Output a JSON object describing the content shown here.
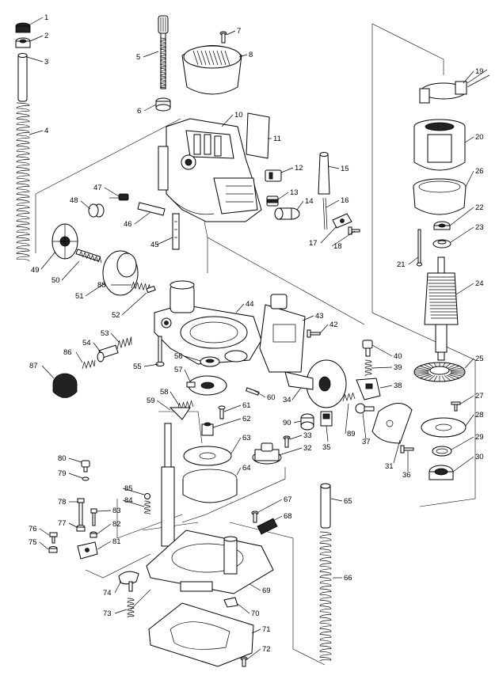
{
  "diagram": {
    "callouts": [
      {
        "id": "c1",
        "text": "1"
      },
      {
        "id": "c2",
        "text": "2"
      },
      {
        "id": "c3",
        "text": "3"
      },
      {
        "id": "c4",
        "text": "4"
      },
      {
        "id": "c5",
        "text": "5"
      },
      {
        "id": "c6",
        "text": "6"
      },
      {
        "id": "c7",
        "text": "7"
      },
      {
        "id": "c8",
        "text": "8"
      },
      {
        "id": "c10",
        "text": "10"
      },
      {
        "id": "c11",
        "text": "11"
      },
      {
        "id": "c12",
        "text": "12"
      },
      {
        "id": "c13",
        "text": "13"
      },
      {
        "id": "c14",
        "text": "14"
      },
      {
        "id": "c15",
        "text": "15"
      },
      {
        "id": "c16",
        "text": "16"
      },
      {
        "id": "c17",
        "text": "17"
      },
      {
        "id": "c18",
        "text": "18"
      },
      {
        "id": "c19",
        "text": "19"
      },
      {
        "id": "c20",
        "text": "20"
      },
      {
        "id": "c21",
        "text": "21"
      },
      {
        "id": "c22",
        "text": "22"
      },
      {
        "id": "c23",
        "text": "23"
      },
      {
        "id": "c24",
        "text": "24"
      },
      {
        "id": "c25",
        "text": "25"
      },
      {
        "id": "c26",
        "text": "26"
      },
      {
        "id": "c27",
        "text": "27"
      },
      {
        "id": "c28",
        "text": "28"
      },
      {
        "id": "c29",
        "text": "29"
      },
      {
        "id": "c30",
        "text": "30"
      },
      {
        "id": "c31",
        "text": "31"
      },
      {
        "id": "c32",
        "text": "32"
      },
      {
        "id": "c33",
        "text": "33"
      },
      {
        "id": "c34",
        "text": "34"
      },
      {
        "id": "c35",
        "text": "35"
      },
      {
        "id": "c36",
        "text": "36"
      },
      {
        "id": "c37",
        "text": "37"
      },
      {
        "id": "c38",
        "text": "38"
      },
      {
        "id": "c39",
        "text": "39"
      },
      {
        "id": "c40",
        "text": "40"
      },
      {
        "id": "c42",
        "text": "42"
      },
      {
        "id": "c43",
        "text": "43"
      },
      {
        "id": "c44",
        "text": "44"
      },
      {
        "id": "c45",
        "text": "45"
      },
      {
        "id": "c46",
        "text": "46"
      },
      {
        "id": "c47",
        "text": "47"
      },
      {
        "id": "c48",
        "text": "48"
      },
      {
        "id": "c49",
        "text": "49"
      },
      {
        "id": "c50",
        "text": "50"
      },
      {
        "id": "c51",
        "text": "51"
      },
      {
        "id": "c52",
        "text": "52"
      },
      {
        "id": "c53",
        "text": "53"
      },
      {
        "id": "c54",
        "text": "54"
      },
      {
        "id": "c55",
        "text": "55"
      },
      {
        "id": "c56",
        "text": "56"
      },
      {
        "id": "c57",
        "text": "57"
      },
      {
        "id": "c58",
        "text": "58"
      },
      {
        "id": "c59",
        "text": "59"
      },
      {
        "id": "c60",
        "text": "60"
      },
      {
        "id": "c61",
        "text": "61"
      },
      {
        "id": "c62",
        "text": "62"
      },
      {
        "id": "c63",
        "text": "63"
      },
      {
        "id": "c64",
        "text": "64"
      },
      {
        "id": "c65",
        "text": "65"
      },
      {
        "id": "c66",
        "text": "66"
      },
      {
        "id": "c67",
        "text": "67"
      },
      {
        "id": "c68",
        "text": "68"
      },
      {
        "id": "c69",
        "text": "69"
      },
      {
        "id": "c70",
        "text": "70"
      },
      {
        "id": "c71",
        "text": "71"
      },
      {
        "id": "c72",
        "text": "72"
      },
      {
        "id": "c73",
        "text": "73"
      },
      {
        "id": "c74",
        "text": "74"
      },
      {
        "id": "c75",
        "text": "75"
      },
      {
        "id": "c76",
        "text": "76"
      },
      {
        "id": "c77",
        "text": "77"
      },
      {
        "id": "c78",
        "text": "78"
      },
      {
        "id": "c79",
        "text": "79"
      },
      {
        "id": "c80",
        "text": "80"
      },
      {
        "id": "c81",
        "text": "81"
      },
      {
        "id": "c82",
        "text": "82"
      },
      {
        "id": "c83",
        "text": "83"
      },
      {
        "id": "c84",
        "text": "84"
      },
      {
        "id": "c85",
        "text": "85"
      },
      {
        "id": "c86",
        "text": "86"
      },
      {
        "id": "c87",
        "text": "87"
      },
      {
        "id": "c88",
        "text": "88"
      },
      {
        "id": "c89",
        "text": "89"
      },
      {
        "id": "c90",
        "text": "90"
      }
    ]
  }
}
